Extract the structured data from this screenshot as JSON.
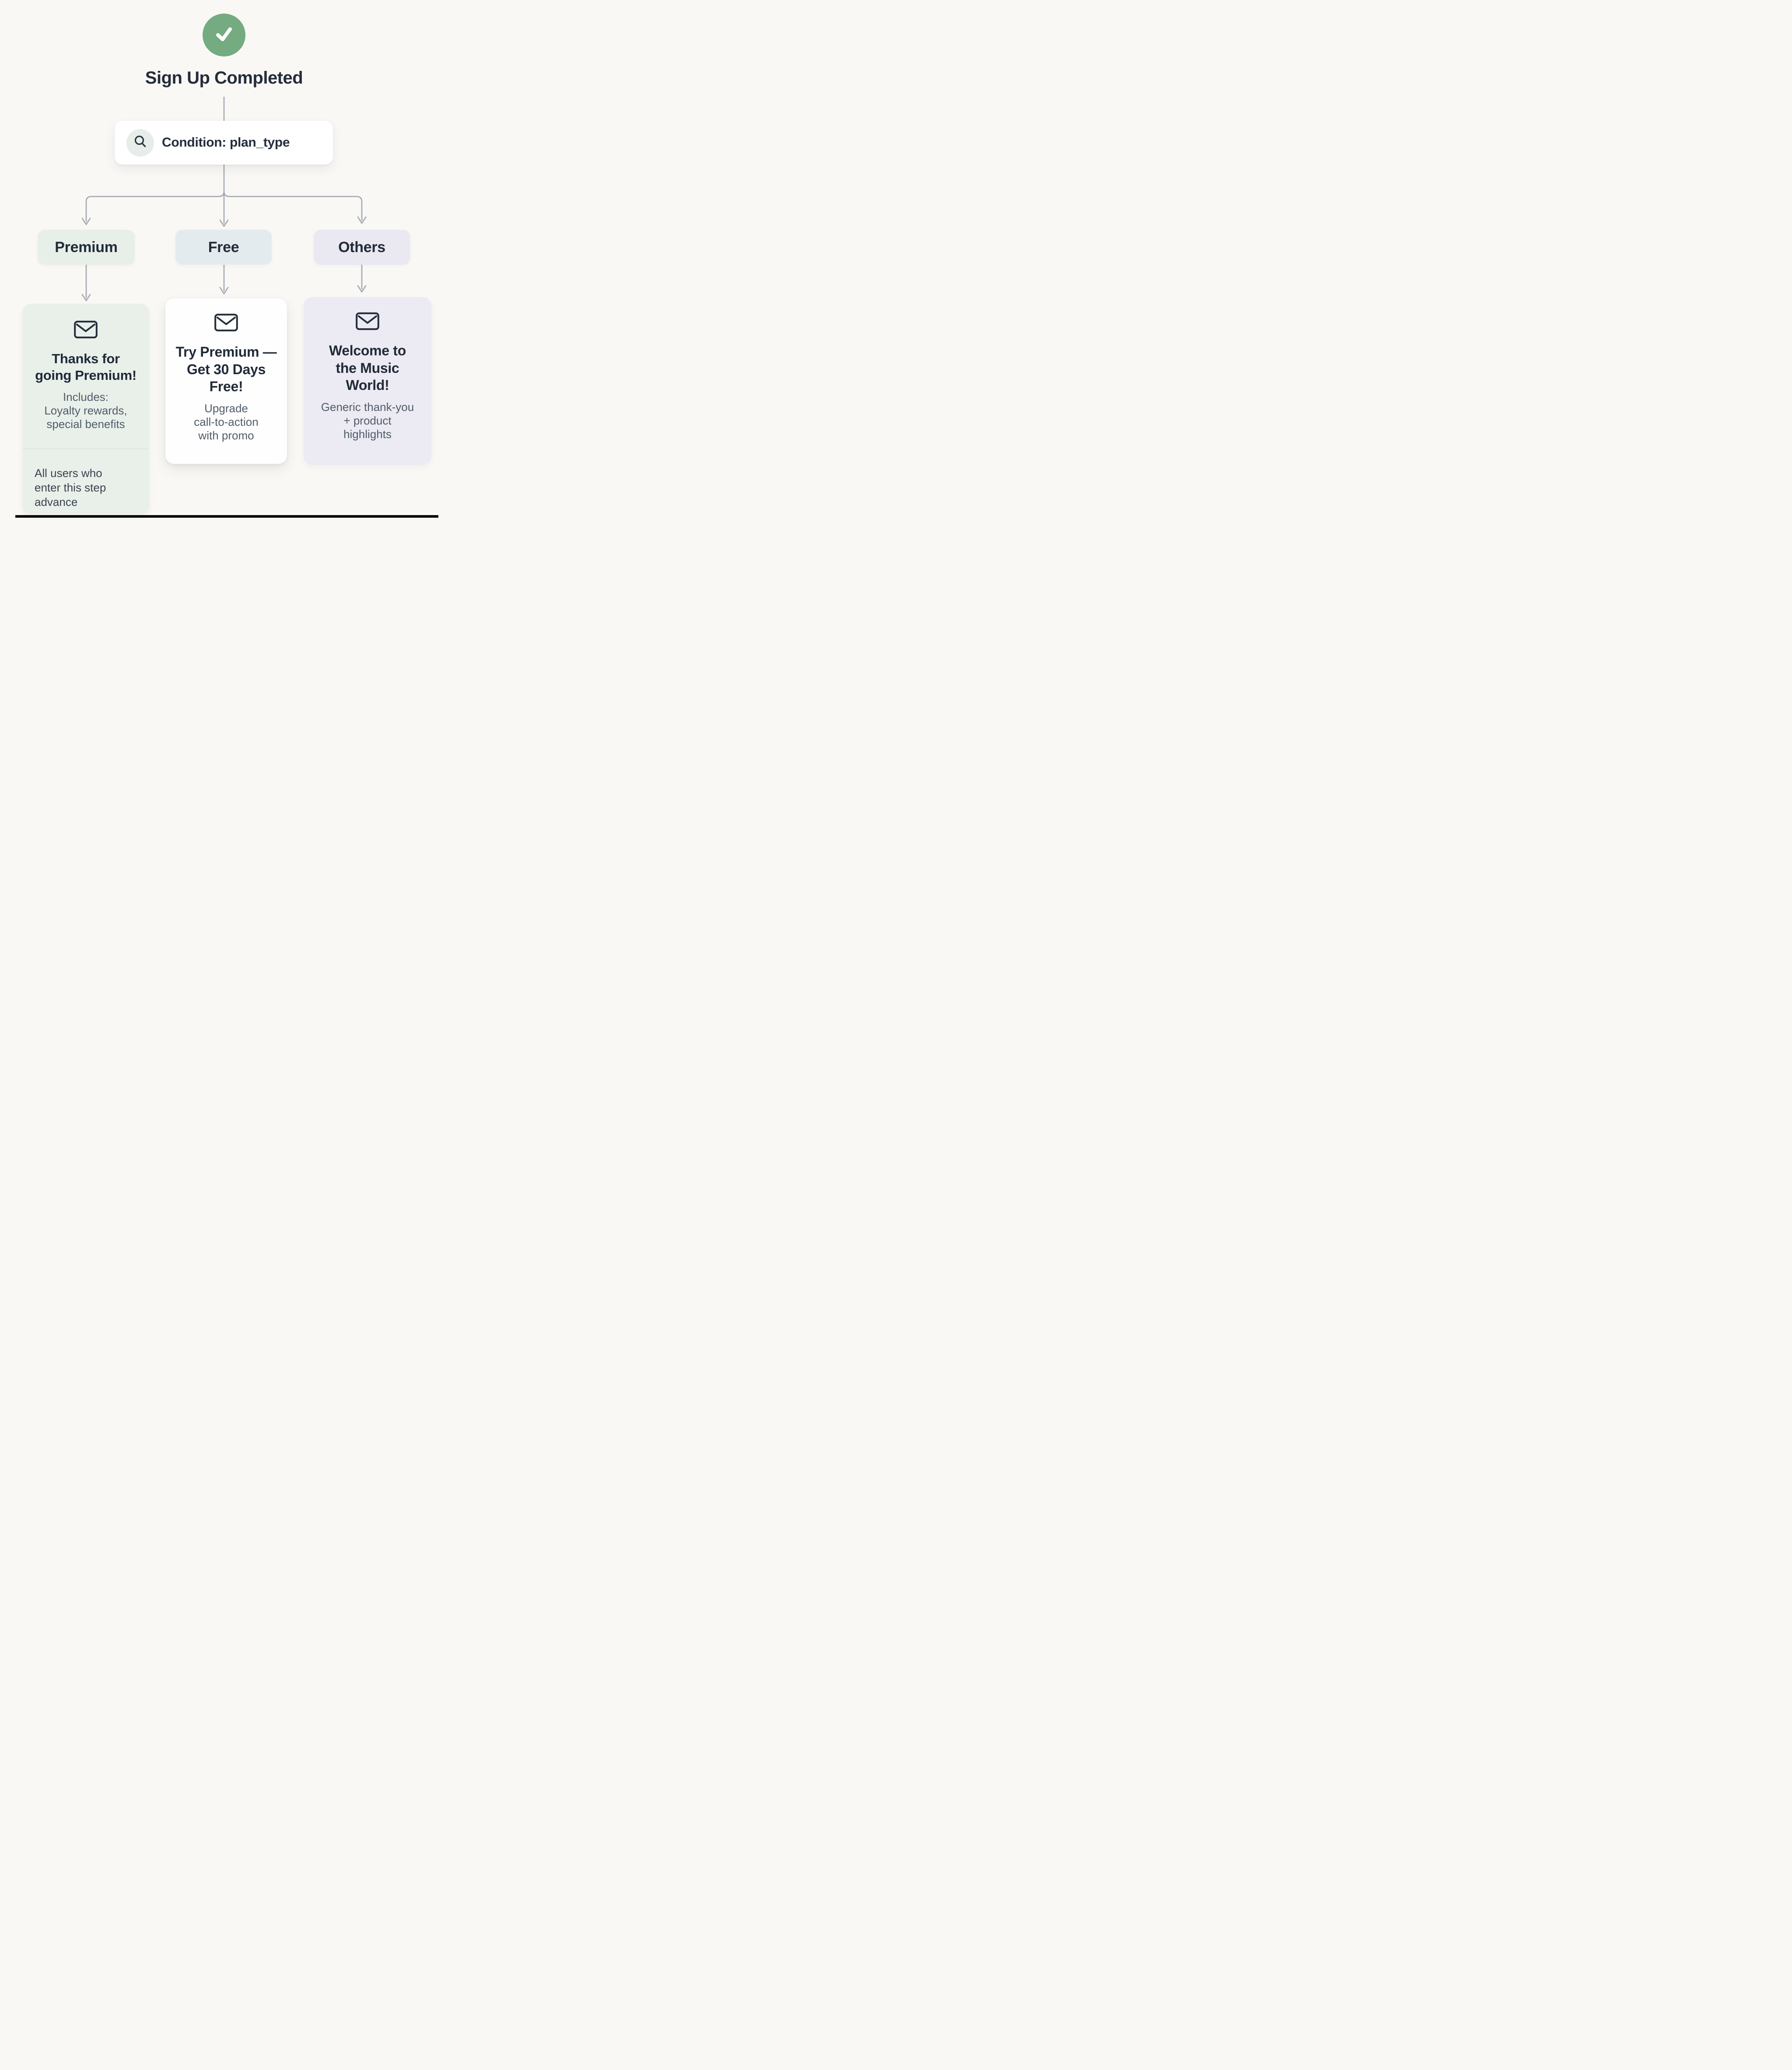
{
  "colors": {
    "background": "#faf8f5",
    "connector_gray": "#a7acb4",
    "success_green": "#74ab80",
    "text_dark": "#242d3a",
    "text_muted": "#515c6a",
    "condition_node_bg": "#ffffff",
    "search_circle_bg": "#e7ede8",
    "premium_badge_bg": "#e8efe9",
    "free_badge_bg": "#e4ebee",
    "others_badge_bg": "#eae8f1",
    "premium_card_bg": "#e9f0ea",
    "free_card_bg": "#fefefe",
    "others_card_bg": "#eceaf2",
    "bottom_bar": "#0b0b0d"
  },
  "trigger": {
    "icon": "check-icon",
    "label": "Sign Up Completed"
  },
  "condition": {
    "icon": "search-icon",
    "label": "Condition: plan_type"
  },
  "branches": [
    {
      "label": "Premium",
      "email": {
        "icon": "envelope-icon",
        "title": "Thanks for\ngoing Premium!",
        "description": "Includes:\nLoyalty rewards,\nspecial benefits",
        "note": "All users who\nenter this step\nadvance"
      }
    },
    {
      "label": "Free",
      "email": {
        "icon": "envelope-icon",
        "title": "Try Premium —\nGet 30 Days\nFree!",
        "description": "Upgrade\ncall-to-action\nwith promo"
      }
    },
    {
      "label": "Others",
      "email": {
        "icon": "envelope-icon",
        "title": "Welcome to\nthe Music\nWorld!",
        "description": "Generic thank-you\n+ product\nhighlights"
      }
    }
  ]
}
